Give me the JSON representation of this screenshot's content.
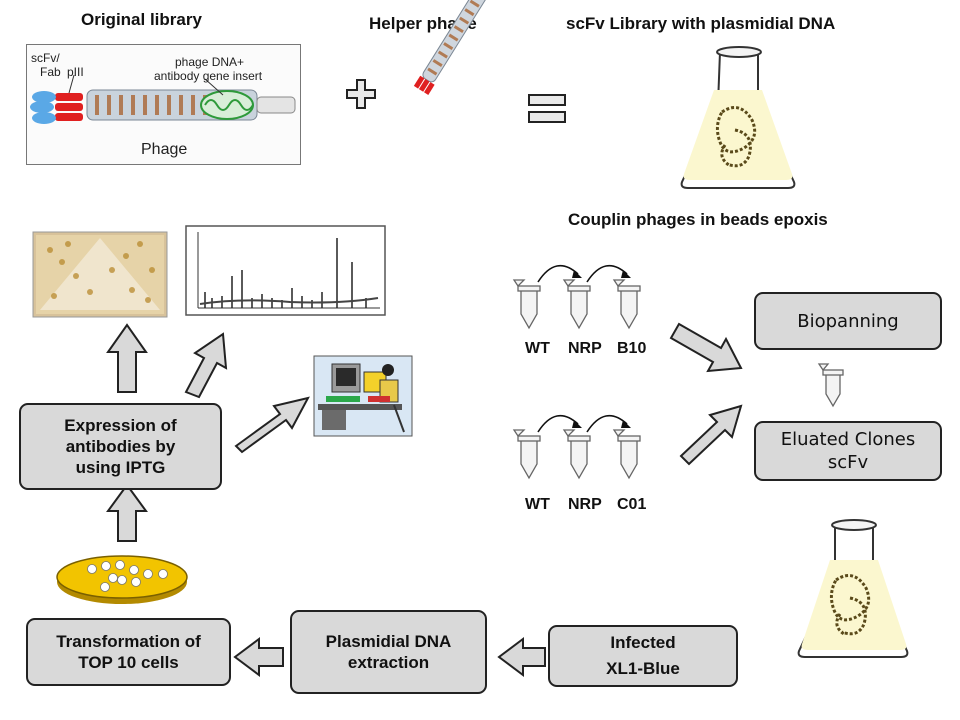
{
  "titles": {
    "original_library": "Original library",
    "helper_phage": "Helper phage",
    "scfv_library": "scFv Library with plasmidial DNA",
    "coupling": "Couplin phages in beads epoxis"
  },
  "phage_panel": {
    "label_scfv": "scFv/",
    "label_fab": "Fab",
    "label_piii": "pIII",
    "label_dna_line1": "phage DNA+",
    "label_dna_line2": "antibody gene insert",
    "label_phage": "Phage"
  },
  "tubes_row1": [
    "WT",
    "NRP",
    "B10"
  ],
  "tubes_row2": [
    "WT",
    "NRP",
    "C01"
  ],
  "boxes": {
    "biopanning": "Biopanning",
    "eluated_line1": "Eluated Clones",
    "eluated_line2": "scFv",
    "infected_line1": "Infected",
    "infected_line2": "XL1-Blue",
    "plasmid_line1": "Plasmidial DNA",
    "plasmid_line2": "extraction",
    "transformation_line1": "Transformation of",
    "transformation_line2": "TOP 10 cells",
    "expression_line1": "Expression of",
    "expression_line2": "antibodies by",
    "expression_line3": "using IPTG"
  },
  "colors": {
    "box_fill": "#d9d9d9",
    "arrow_fill": "#d9d9d9",
    "plate_fill": "#f2c400",
    "flask_liquid": "#fbf7cf",
    "phage_tip": "#e02020"
  }
}
